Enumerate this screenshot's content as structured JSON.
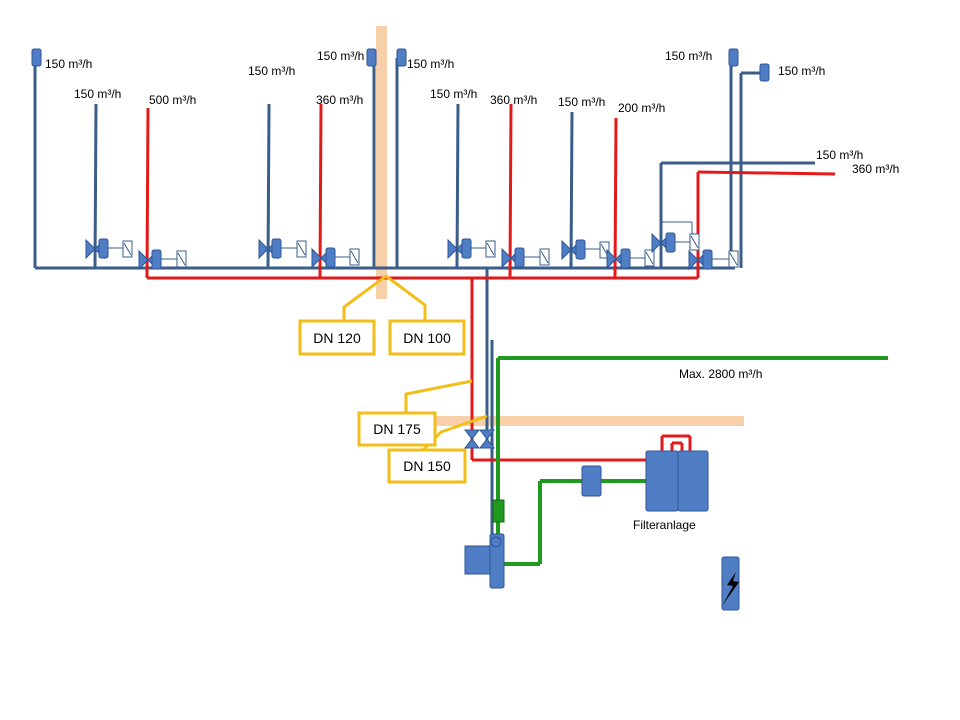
{
  "colors": {
    "blue_pipe": "#3a5d8a",
    "red_pipe": "#e31a1a",
    "green_pipe": "#1f9a1f",
    "wall": "#f7cfa9",
    "callout": "#f2be1a",
    "equipment": "#4f7ec4",
    "equipment_border": "#2f5597"
  },
  "labels": {
    "flow_150_a": "150 m³/h",
    "flow_150_b": "150 m³/h",
    "flow_500": "500 m³/h",
    "flow_150_c": "150 m³/h",
    "flow_150_d": "150 m³/h",
    "flow_360_a": "360 m³/h",
    "flow_150_e": "150 m³/h",
    "flow_150_f": "150 m³/h",
    "flow_360_b": "360 m³/h",
    "flow_150_g": "150 m³/h",
    "flow_200": "200 m³/h",
    "flow_150_h": "150 m³/h",
    "flow_150_i": "150 m³/h",
    "flow_150_j": "150 m³/h",
    "flow_360_c": "360 m³/h",
    "max_flow": "Max. 2800 m³/h",
    "filter": "Filteranlage"
  },
  "callouts": {
    "dn120": "DN 120",
    "dn100": "DN 100",
    "dn175": "DN 175",
    "dn150": "DN 150"
  },
  "icons": [
    "gate-valve-icon",
    "actuator-icon",
    "flow-meter-icon",
    "pump-icon",
    "filter-tank-icon",
    "electric-panel-icon",
    "lightning-icon"
  ]
}
